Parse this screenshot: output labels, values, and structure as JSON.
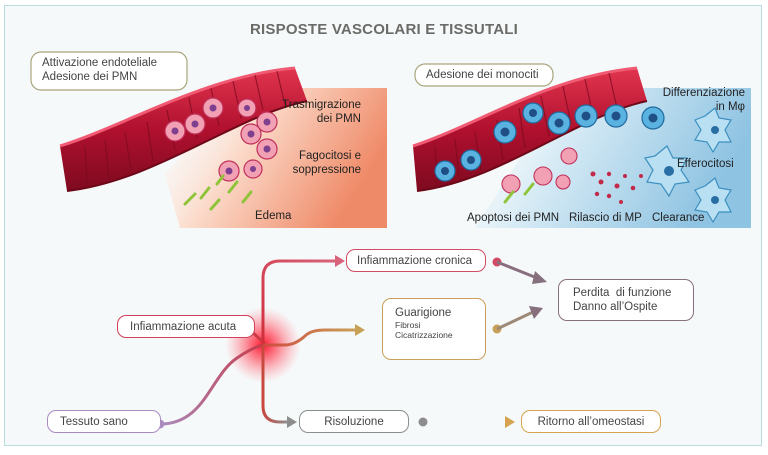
{
  "title": "RISPOSTE VASCOLARI E TISSUTALI",
  "panel_left": {
    "box": [
      "Attivazione endoteliale",
      "Adesione dei PMN"
    ],
    "transmigration": [
      "Trasmigrazione",
      "dei PMN"
    ],
    "phagocytosis": [
      "Fagocitosi e",
      "soppressione"
    ],
    "edema": "Edema"
  },
  "panel_right": {
    "box": "Adesione dei monociti",
    "differentiation": [
      "Differenziazione",
      "in Mφ"
    ],
    "efferocytosis": "Efferocitosi",
    "apoptosis": "Apoptosi dei PMN",
    "mp_release": "Rilascio di MP",
    "clearance": "Clearance"
  },
  "flow": {
    "chronic": "Infiammazione cronica",
    "acute": "Infiammazione acuta",
    "healing_title": "Guarigione",
    "healing_sub": [
      "Fibrosi",
      "Cicatrizzazione"
    ],
    "loss": [
      "Perdita  di funzione",
      "Danno all’Ospite"
    ],
    "healthy": "Tessuto sano",
    "resolution": "Risoluzione",
    "homeostasis": "Ritorno all’omeostasi"
  },
  "colors": {
    "chronic": "#d24a64",
    "acute": "#d2405a",
    "healing": "#c9a058",
    "loss": "#86707d",
    "healthy": "#a88cc0",
    "resolution": "#8d8d8d",
    "homeostasis": "#d6a450",
    "vessel": "#c8183a",
    "title_box": "#a9a57c"
  }
}
